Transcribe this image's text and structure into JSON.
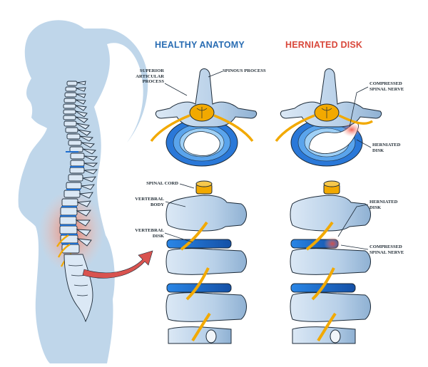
{
  "headings": {
    "healthy": "HEALTHY ANATOMY",
    "herniated": "HERNIATED DISK"
  },
  "labels": {
    "superior_articular_process": [
      "SUPERIOR",
      "ARTICULAR",
      "PROCESS"
    ],
    "spinous_process": "SPINOUS PROCESS",
    "compressed_spinal_nerve_top": [
      "COMPRESSED",
      "SPINAL NERVE"
    ],
    "herniated_disk_top": [
      "HERNIATED",
      "DISK"
    ],
    "spinal_cord": "SPINAL CORD",
    "vertebral_body": [
      "VERTEBRAL",
      "BODY"
    ],
    "vertebral_disk": [
      "VERTEBRAL",
      "DISK"
    ],
    "herniated_disk_side": [
      "HERNIATED",
      "DISK"
    ],
    "compressed_spinal_nerve_side": [
      "COMPRESSED",
      "SPINAL NERVE"
    ]
  },
  "colors": {
    "healthy_heading": "#2a6db3",
    "herniated_heading": "#d9483b",
    "silhouette": "#b9d3e8",
    "bone": "#b7cfe6",
    "bone_dark": "#7fa4c8",
    "disk": "#1f6fd0",
    "nerve": "#f2a900",
    "pain": "#f0836a",
    "arrow": "#d9534f",
    "outline": "#1c2a38"
  }
}
